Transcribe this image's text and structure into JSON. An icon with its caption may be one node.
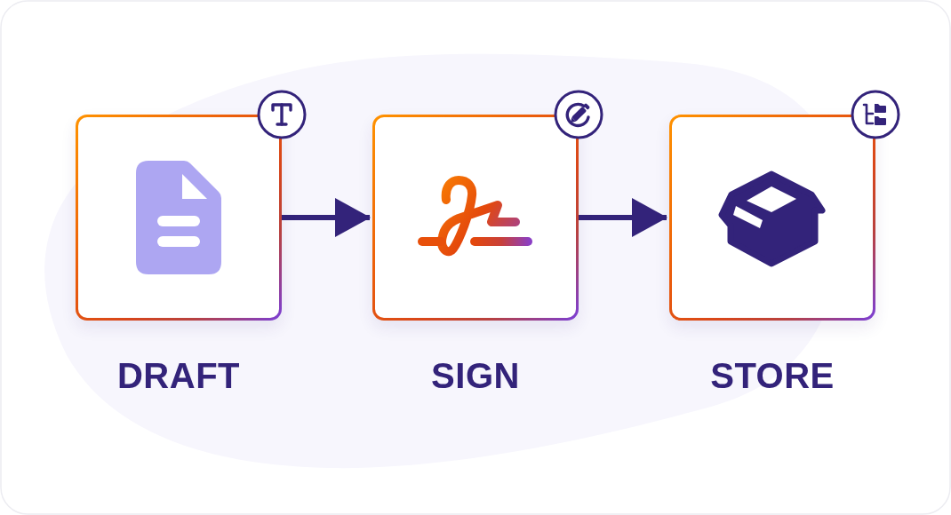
{
  "diagram": {
    "nodes": [
      {
        "text": [
          "DRAFT"
        ]
      },
      {
        "text": [
          "SIGN"
        ]
      },
      {
        "text": [
          "STORE"
        ]
      }
    ],
    "edges": [
      {
        "from": 0,
        "to": 1,
        "arrow": "to"
      },
      {
        "from": 1,
        "to": 2,
        "arrow": "to"
      }
    ]
  }
}
